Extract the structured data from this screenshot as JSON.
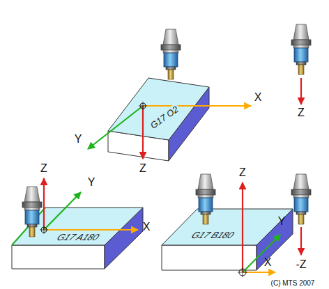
{
  "diagram": {
    "nodes": [
      {
        "text": [
          "G17 O2"
        ]
      },
      {
        "text": [
          "G17 A180"
        ]
      },
      {
        "text": [
          "G17 B180"
        ]
      }
    ],
    "labels": [
      "X",
      "Y",
      "Z",
      "Z",
      "Z",
      "Y",
      "X",
      "Z",
      "Y",
      "X",
      "-Z",
      "(C) MTS 2007"
    ]
  }
}
